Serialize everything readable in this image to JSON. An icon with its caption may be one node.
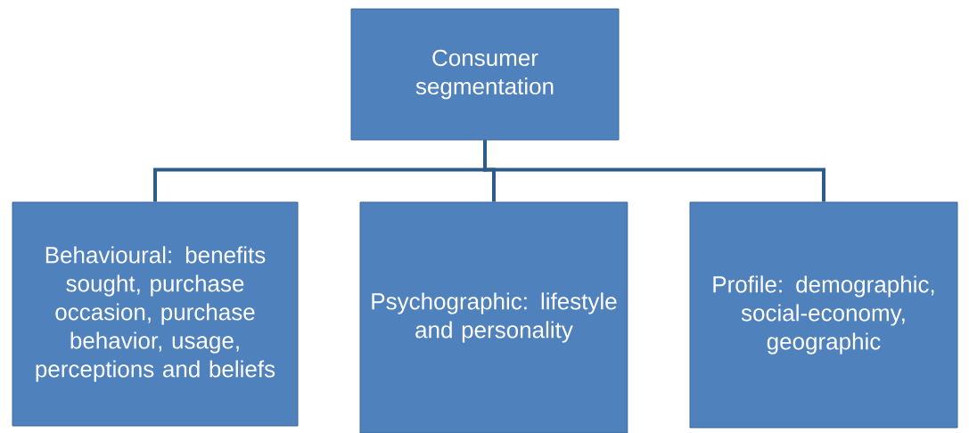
{
  "diagram": {
    "nodes": [
      {
        "text": [
          "Consumer segmentation"
        ]
      },
      {
        "text": [
          "Behavioural: benefits sought, purchase occasion, purchase behavior, usage, perceptions  and beliefs"
        ]
      },
      {
        "text": [
          "Psychographic: lifestyle and personality"
        ]
      },
      {
        "text": [
          "Profile: demographic, social-economy, geographic"
        ]
      }
    ],
    "edges": [
      {
        "from": 0,
        "to": 1,
        "arrow": "none"
      },
      {
        "from": 0,
        "to": 2,
        "arrow": "none"
      },
      {
        "from": 0,
        "to": 3,
        "arrow": "none"
      }
    ]
  }
}
